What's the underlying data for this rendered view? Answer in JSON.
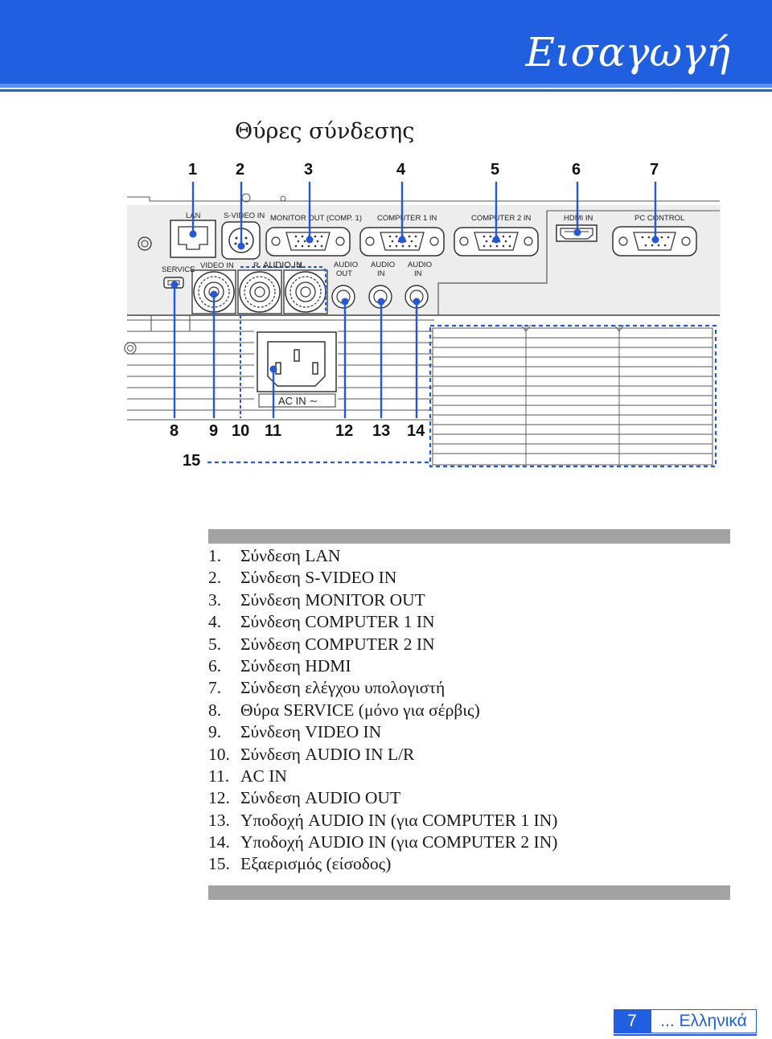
{
  "header": {
    "title": "Εισαγωγή"
  },
  "section_title": "Θύρες σύνδεσης",
  "panel": {
    "labels": {
      "lan": "LAN",
      "svideo_in": "S-VIDEO IN",
      "monitor_out": "MONITOR OUT (COMP. 1)",
      "computer1_in": "COMPUTER 1 IN",
      "computer2_in": "COMPUTER 2 IN",
      "hdmi_in": "HDMI IN",
      "pc_control": "PC CONTROL",
      "service": "SERVICE",
      "video_in": "VIDEO IN",
      "audio_in_r": "R",
      "audio_in": "AUDIO IN",
      "audio_in_l": "L",
      "audio_out_1": "AUDIO",
      "audio_out_2": "OUT",
      "audio_in1_1": "AUDIO",
      "audio_in1_2": "IN",
      "audio_in2_1": "AUDIO",
      "audio_in2_2": "IN",
      "ac_in": "AC IN ∼"
    }
  },
  "callouts": {
    "top": [
      "1",
      "2",
      "3",
      "4",
      "5",
      "6",
      "7"
    ],
    "bottom": [
      "8",
      "9",
      "10",
      "11",
      "12",
      "13",
      "14"
    ],
    "vent": "15"
  },
  "items": [
    {
      "num": "1.",
      "text": "Σύνδεση LAN"
    },
    {
      "num": "2.",
      "text": "Σύνδεση S-VIDEO IN"
    },
    {
      "num": "3.",
      "text": "Σύνδεση MONITOR OUT"
    },
    {
      "num": "4.",
      "text": "Σύνδεση COMPUTER 1 IN"
    },
    {
      "num": "5.",
      "text": "Σύνδεση COMPUTER 2 IN"
    },
    {
      "num": "6.",
      "text": "Σύνδεση HDMI"
    },
    {
      "num": "7.",
      "text": "Σύνδεση ελέγχου υπολογιστή"
    },
    {
      "num": "8.",
      "text": "Θύρα SERVICE (μόνο για σέρβις)"
    },
    {
      "num": "9.",
      "text": "Σύνδεση VIDEO IN"
    },
    {
      "num": "10.",
      "text": "Σύνδεση AUDIO IN L/R"
    },
    {
      "num": "11.",
      "text": "AC IN"
    },
    {
      "num": "12.",
      "text": "Σύνδεση AUDIO OUT"
    },
    {
      "num": "13.",
      "text": "Υποδοχή AUDIO IN (για COMPUTER 1 IN)"
    },
    {
      "num": "14.",
      "text": "Υποδοχή AUDIO IN (για COMPUTER 2 IN)"
    },
    {
      "num": "15.",
      "text": "Εξαερισμός (είσοδος)"
    }
  ],
  "footer": {
    "page": "7",
    "lang": "... Ελληνικά"
  },
  "colors": {
    "accent": "#1f5fe0",
    "callout": "#2458d8",
    "panel": "#ededed",
    "bar": "#a3a3a3"
  }
}
